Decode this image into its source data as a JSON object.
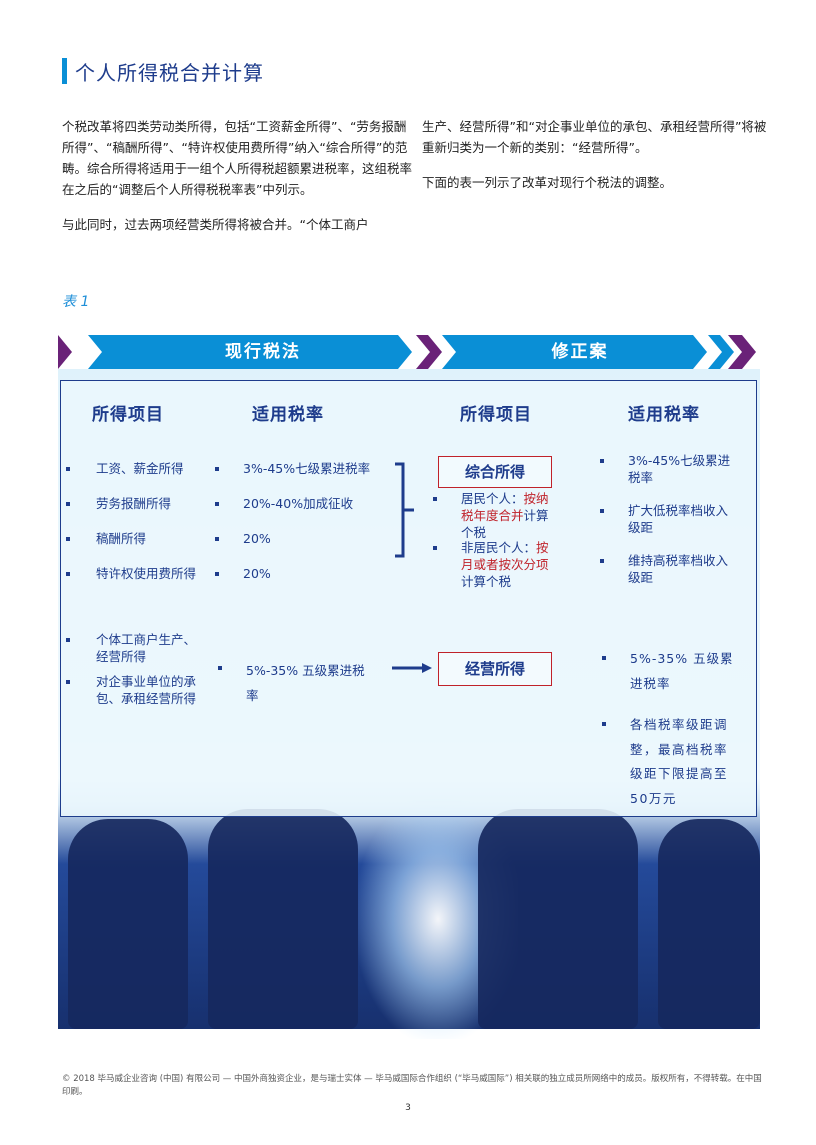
{
  "title": "个人所得税合并计算",
  "body": {
    "left_paragraphs": [
      "个税改革将四类劳动类所得，包括“工资薪金所得”、“劳务报酬所得”、“稿酬所得”、“特许权使用费所得”纳入“综合所得”的范畴。综合所得将适用于一组个人所得税超额累进税率，这组税率在之后的“调整后个人所得税税率表”中列示。",
      "与此同时，过去两项经营类所得将被合并。“个体工商户"
    ],
    "right_paragraphs": [
      "生产、经营所得”和“对企事业单位的承包、承租经营所得”将被重新归类为一个新的类别：“经营所得”。",
      "下面的表一列示了改革对现行个税法的调整。"
    ]
  },
  "table": {
    "label": "表 1",
    "banner": {
      "current_law": "现行税法",
      "amendment": "修正案"
    },
    "headers": {
      "current_income": "所得项目",
      "current_rate": "适用税率",
      "new_income": "所得项目",
      "new_rate": "适用税率"
    },
    "group1": {
      "current_items": [
        "工资、薪金所得",
        "劳务报酬所得",
        "稿酬所得",
        "特许权使用费所得"
      ],
      "current_rates": [
        "3%-45%七级累进税率",
        "20%-40%加成征收",
        "20%",
        "20%"
      ],
      "new_category": "综合所得",
      "new_notes": [
        {
          "prefix": "居民个人：",
          "highlight": "按纳税年度合并",
          "suffix": "计算个税"
        },
        {
          "prefix": "非居民个人：",
          "highlight": "按月或者按次分项",
          "suffix": "计算个税"
        }
      ],
      "new_rates": [
        "3%-45%七级累进税率",
        "扩大低税率档收入级距",
        "维持高税率档收入级距"
      ]
    },
    "group2": {
      "current_items": [
        "个体工商户生产、经营所得",
        "对企事业单位的承包、承租经营所得"
      ],
      "current_rate": "5%-35% 五级累进税率",
      "new_category": "经营所得",
      "new_rates": [
        "5%-35% 五级累进税率",
        "各档税率级距调整，最高档税率级距下限提高至50万元"
      ]
    }
  },
  "colors": {
    "accent_blue": "#0a8fd6",
    "navy": "#1e3c8c",
    "purple": "#6a2278",
    "red": "#c0222a"
  },
  "footer": "© 2018 毕马威企业咨询 (中国) 有限公司 — 中国外商独资企业，是与瑞士实体 — 毕马威国际合作组织 (“毕马威国际”) 相关联的独立成员所网络中的成员。版权所有，不得转载。在中国印刷。",
  "page_number": "3"
}
